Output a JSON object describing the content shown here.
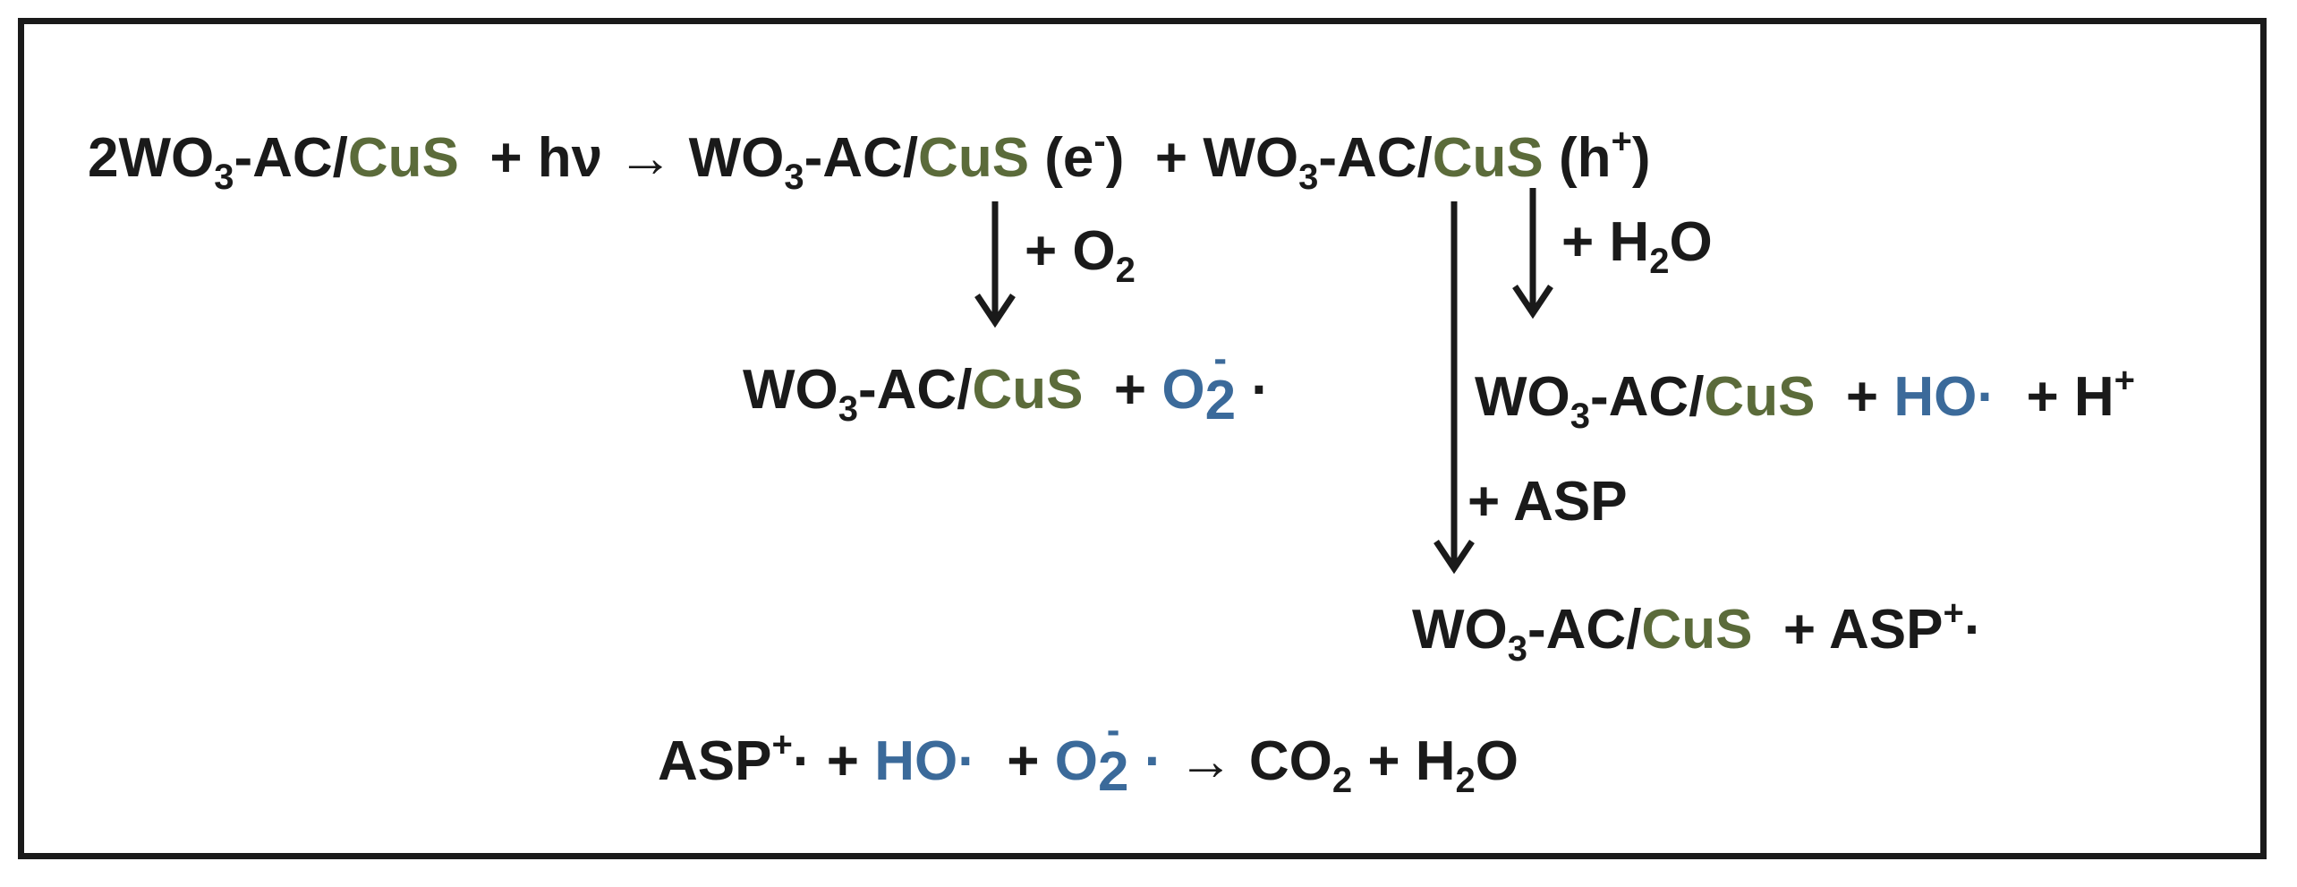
{
  "colors": {
    "catalyst": "#5b6b3a",
    "radical": "#3b6a9a",
    "text": "#1a1a1a"
  },
  "eq1": {
    "coef": "2",
    "wo": "WO",
    "wo_sub": "3",
    "ac": "-AC/",
    "cus": "CuS",
    "plus_hv": "+ hν",
    "arrow": "→",
    "e_part": "(e",
    "e_sup": "-",
    "close": ")",
    "plus": "+",
    "h_part": "(h",
    "h_sup": "+",
    "h_close": ")"
  },
  "branch_o2": {
    "reagent_plus": "+ O",
    "reagent_sub": "2",
    "prod_wo": "WO",
    "prod_sub": "3",
    "prod_ac": "-AC/",
    "prod_cus": "CuS",
    "plus": "+",
    "radical_o": "O",
    "radical_sub": "2",
    "radical_charge": "-",
    "radical_dot": "·"
  },
  "branch_h2o": {
    "reagent_plus": "+ H",
    "reagent_sub": "2",
    "reagent_o": "O",
    "prod_wo": "WO",
    "prod_sub": "3",
    "prod_ac": "-AC/",
    "prod_cus": "CuS",
    "plus": "+",
    "radical": "HO·",
    "plus2": "+ H",
    "h_sup": "+"
  },
  "branch_asp": {
    "reagent": "+ ASP",
    "prod_wo": "WO",
    "prod_sub": "3",
    "prod_ac": "-AC/",
    "prod_cus": "CuS",
    "plus": "+ ASP",
    "asp_sup": "+",
    "dot": "·"
  },
  "eq_final": {
    "asp": "ASP",
    "asp_sup": "+",
    "dot": "·",
    "plus1": "+",
    "radical_ho": "HO·",
    "plus2": "+",
    "radical_o": "O",
    "radical_sub": "2",
    "radical_charge": "-",
    "radical_dot": "·",
    "arrow": "→",
    "co": "CO",
    "co_sub": "2",
    "plus3": "+ H",
    "h_sub": "2",
    "o": "O"
  }
}
